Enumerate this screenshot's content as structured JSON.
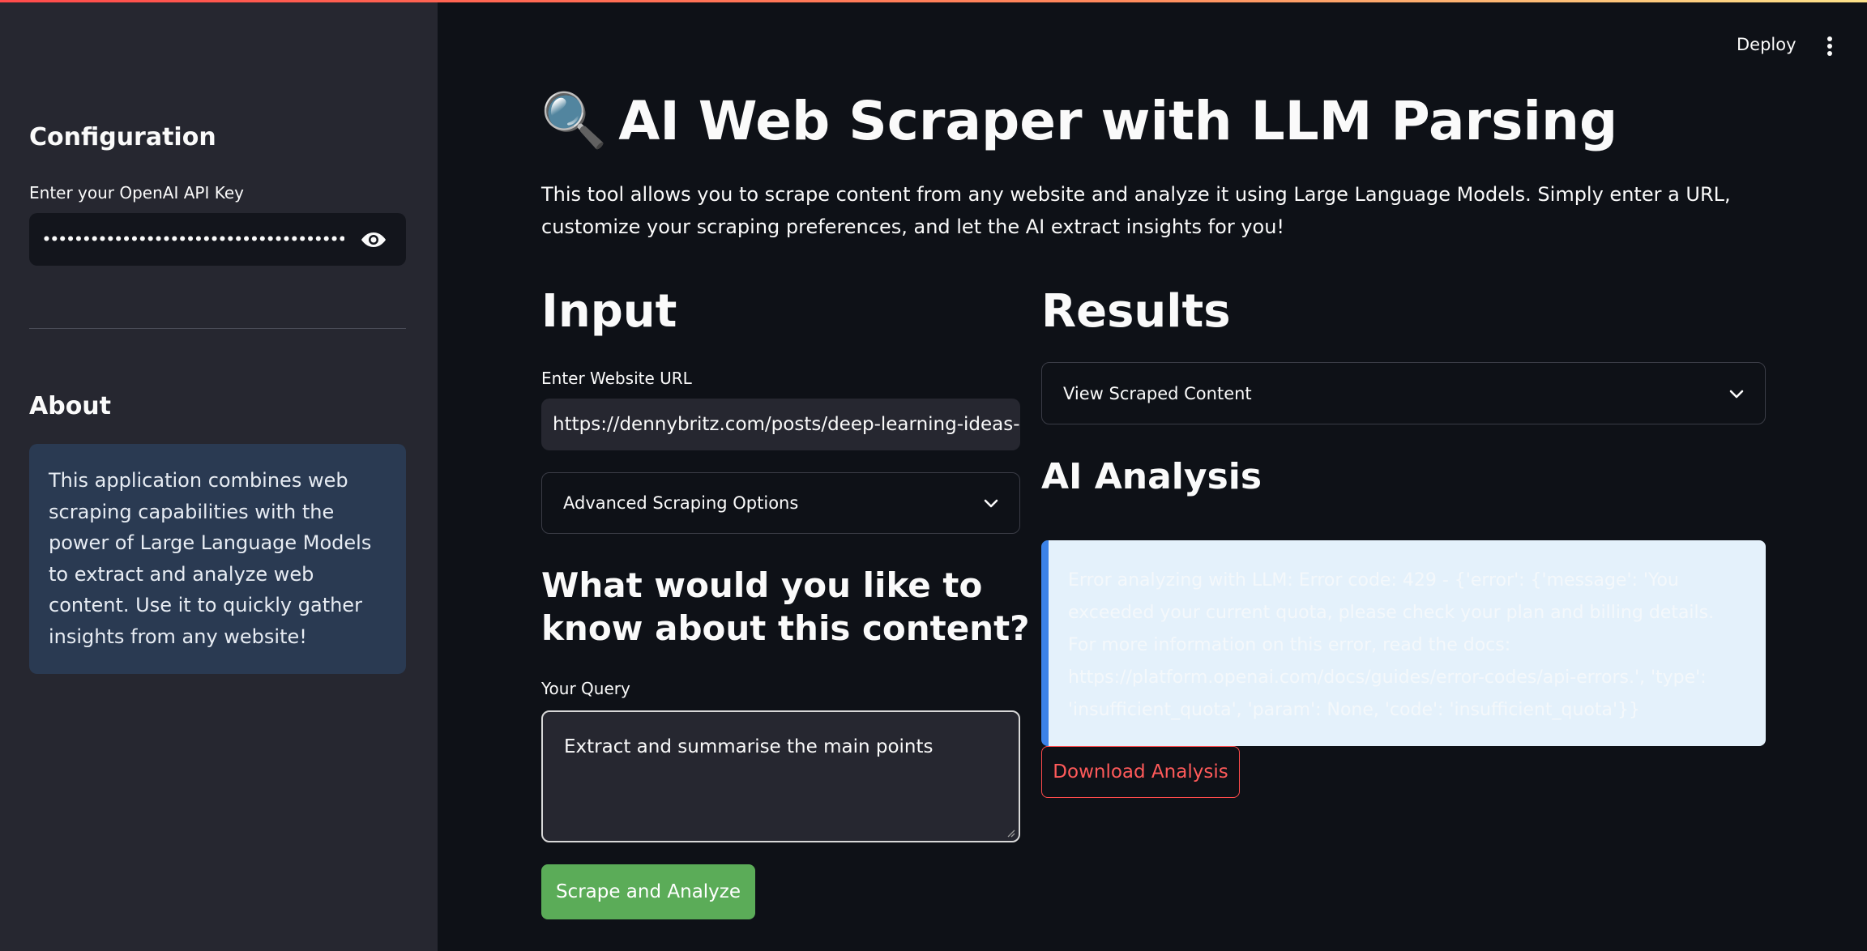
{
  "sidebar": {
    "config_title": "Configuration",
    "api_label": "Enter your OpenAI API Key",
    "api_value_masked": "••••••••••••••••••••••••••••••••••••••••••••••••••••••",
    "about_title": "About",
    "about_text": "This application combines web scraping capabilities with the power of Large Language Models to extract and analyze web content. Use it to quickly gather insights from any website!"
  },
  "header": {
    "deploy_label": "Deploy",
    "menu_icon": "kebab-menu-icon"
  },
  "main": {
    "title_icon": "🔍",
    "title": "AI Web Scraper with LLM Parsing",
    "intro": "This tool allows you to scrape content from any website and analyze it using Large Language Models. Simply enter a URL, customize your scraping preferences, and let the AI extract insights for you!",
    "input": {
      "heading": "Input",
      "url_label": "Enter Website URL",
      "url_value": "https://dennybritz.com/posts/deep-learning-ideas-that-have-stood-the-test-of-time/",
      "advanced_label": "Advanced Scraping Options",
      "question_heading": "What would you like to know about this content?",
      "query_label": "Your Query",
      "query_value": "Extract and summarise the main points",
      "submit_label": "Scrape and Analyze"
    },
    "results": {
      "heading": "Results",
      "view_scraped_label": "View Scraped Content",
      "analysis_heading": "AI Analysis",
      "error_text": "Error analyzing with LLM: Error code: 429 - {'error': {'message': 'You exceeded your current quota, please check your plan and billing details. For more information on this error, read the docs: https://platform.openai.com/docs/guides/error-codes/api-errors.', 'type': 'insufficient_quota', 'param': None, 'code': 'insufficient_quota'}}",
      "download_label": "Download Analysis"
    }
  },
  "colors": {
    "background": "#0e1117",
    "sidebar": "#262730",
    "primary_button": "#5bac58",
    "download_accent": "#ff4b4b",
    "info_border": "#3b82e8",
    "info_background": "#e4f1fb"
  }
}
